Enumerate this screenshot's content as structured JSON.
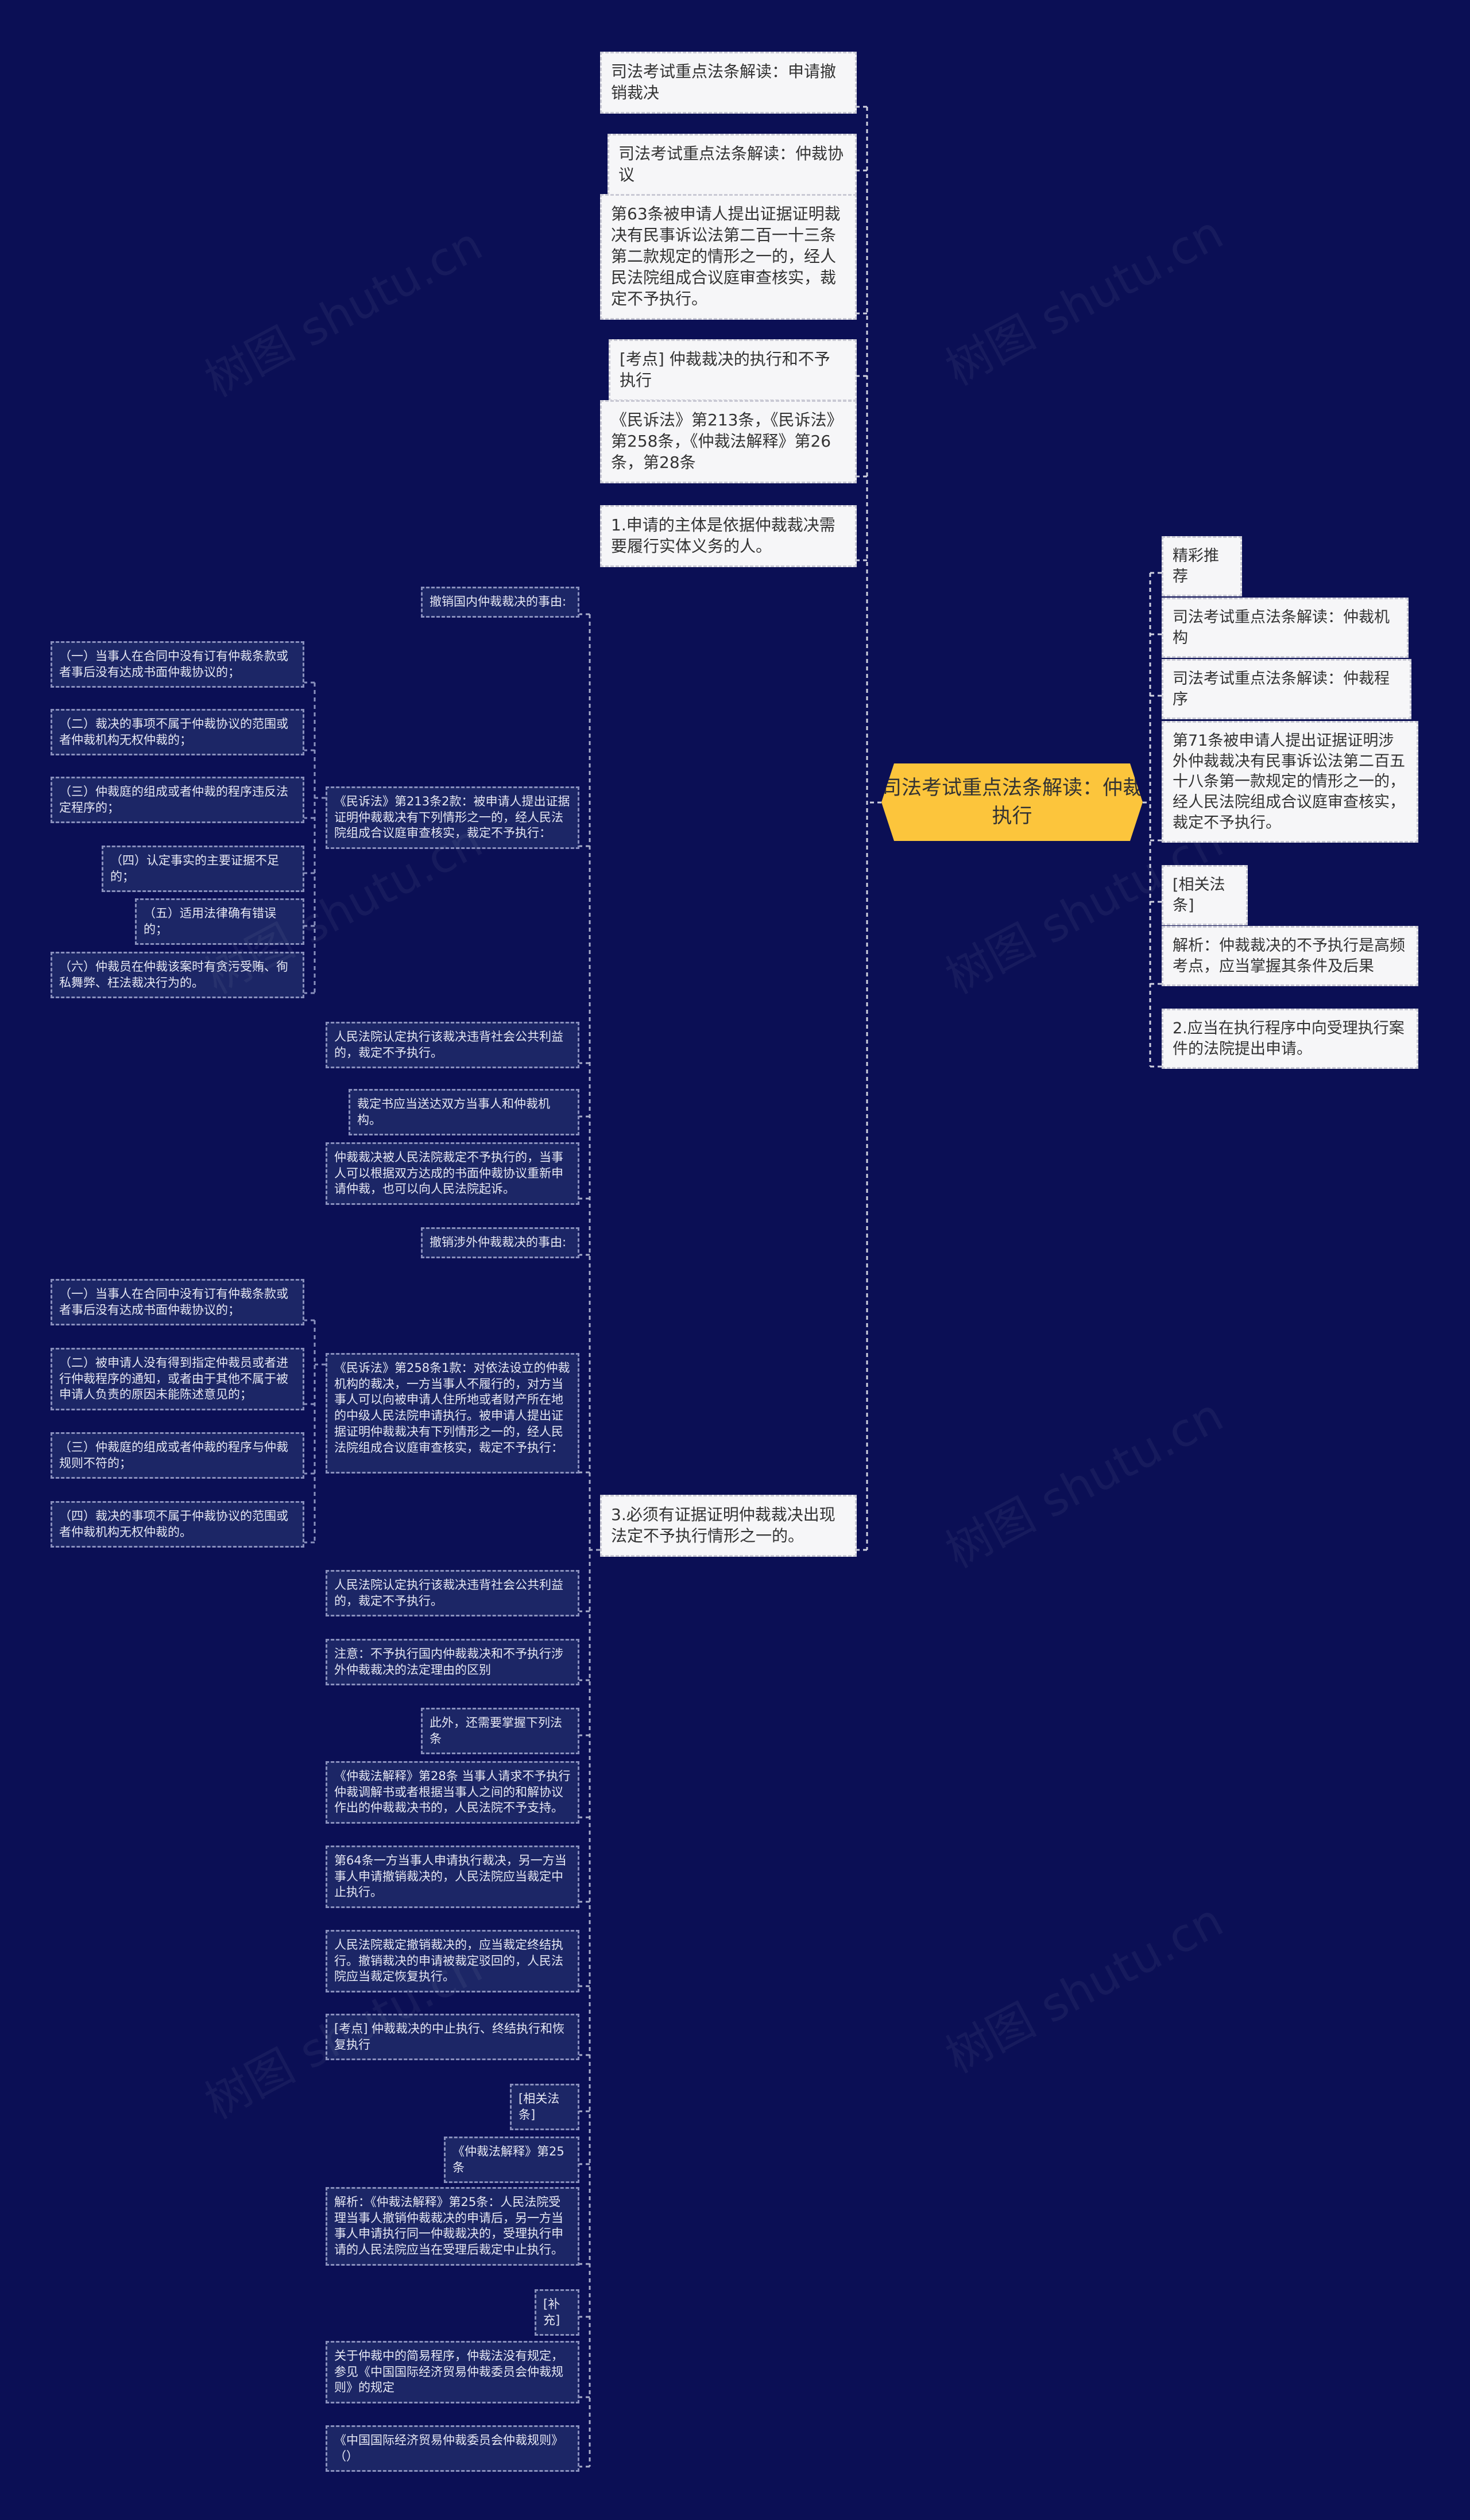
{
  "center": "司法考试重点法条解读：仲裁执行",
  "watermark": "树图 shutu.cn",
  "left_top": [
    "司法考试重点法条解读：申请撤销裁决",
    "司法考试重点法条解读：仲裁协议",
    "第63条被申请人提出证据证明裁决有民事诉讼法第二百一十三条第二款规定的情形之一的，经人民法院组成合议庭审查核实，裁定不予执行。",
    "[考点] 仲裁裁决的执行和不予执行",
    "《民诉法》第213条，《民诉法》第258条，《仲裁法解释》第26条，第28条",
    "1.申请的主体是依据仲裁裁决需要履行实体义务的人。"
  ],
  "left_mid": "3.必须有证据证明仲裁裁决出现法定不予执行情形之一的。",
  "right": [
    "精彩推荐",
    "司法考试重点法条解读：仲裁机构",
    "司法考试重点法条解读：仲裁程序",
    "第71条被申请人提出证据证明涉外仲裁裁决有民事诉讼法第二百五十八条第一款规定的情形之一的，经人民法院组成合议庭审查核实，裁定不予执行。",
    "[相关法条]",
    "解析：仲裁裁决的不予执行是高频考点，应当掌握其条件及后果",
    "2.应当在执行程序中向受理执行案件的法院提出申请。"
  ],
  "l2": [
    "撤销国内仲裁裁决的事由:",
    "《民诉法》第213条2款：被申请人提出证据证明仲裁裁决有下列情形之一的，经人民法院组成合议庭审查核实，裁定不予执行：",
    "人民法院认定执行该裁决违背社会公共利益的，裁定不予执行。",
    "裁定书应当送达双方当事人和仲裁机构。",
    "仲裁裁决被人民法院裁定不予执行的，当事人可以根据双方达成的书面仲裁协议重新申请仲裁，也可以向人民法院起诉。",
    "撤销涉外仲裁裁决的事由:",
    "《民诉法》第258条1款：对依法设立的仲裁机构的裁决，一方当事人不履行的，对方当事人可以向被申请人住所地或者财产所在地的中级人民法院申请执行。被申请人提出证据证明仲裁裁决有下列情形之一的，经人民法院组成合议庭审查核实，裁定不予执行：",
    "人民法院认定执行该裁决违背社会公共利益的，裁定不予执行。",
    "注意：不予执行国内仲裁裁决和不予执行涉外仲裁裁决的法定理由的区别",
    "此外，还需要掌握下列法条",
    "《仲裁法解释》第28条 当事人请求不予执行仲裁调解书或者根据当事人之间的和解协议作出的仲裁裁决书的，人民法院不予支持。",
    "第64条一方当事人申请执行裁决，另一方当事人申请撤销裁决的，人民法院应当裁定中止执行。",
    "人民法院裁定撤销裁决的，应当裁定终结执行。撤销裁决的申请被裁定驳回的，人民法院应当裁定恢复执行。",
    "[考点] 仲裁裁决的中止执行、终结执行和恢复执行",
    "[相关法条]",
    "《仲裁法解释》第25条",
    "解析：《仲裁法解释》第25条：人民法院受理当事人撤销仲裁裁决的申请后，另一方当事人申请执行同一仲裁裁决的，受理执行申请的人民法院应当在受理后裁定中止执行。",
    "[补充]",
    "关于仲裁中的简易程序，仲裁法没有规定，参见《中国国际经济贸易仲裁委员会仲裁规则》的规定",
    "《中国国际经济贸易仲裁委员会仲裁规则》（）"
  ],
  "l3a": [
    "（一）当事人在合同中没有订有仲裁条款或者事后没有达成书面仲裁协议的；",
    "（二）裁决的事项不属于仲裁协议的范围或者仲裁机构无权仲裁的；",
    "（三）仲裁庭的组成或者仲裁的程序违反法定程序的；",
    "（四）认定事实的主要证据不足的；",
    "（五）适用法律确有错误的；",
    "（六）仲裁员在仲裁该案时有贪污受贿、徇私舞弊、枉法裁决行为的。"
  ],
  "l3b": [
    "（一）当事人在合同中没有订有仲裁条款或者事后没有达成书面仲裁协议的；",
    "（二）被申请人没有得到指定仲裁员或者进行仲裁程序的通知，或者由于其他不属于被申请人负责的原因未能陈述意见的；",
    "（三）仲裁庭的组成或者仲裁的程序与仲裁规则不符的；",
    "（四）裁决的事项不属于仲裁协议的范围或者仲裁机构无权仲裁的。"
  ]
}
